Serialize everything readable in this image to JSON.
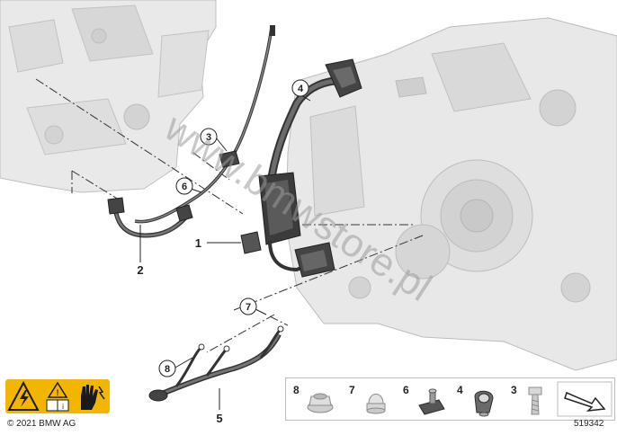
{
  "diagram": {
    "watermark": "www.bmwstore.pl",
    "copyright": "© 2021 BMW AG",
    "diagram_number": "519342",
    "callouts": [
      "1",
      "2",
      "3",
      "4",
      "5",
      "6",
      "7",
      "8"
    ],
    "legend_items": [
      "8",
      "7",
      "6",
      "4",
      "3"
    ],
    "colors": {
      "engine_fill": "#e6e6e6",
      "engine_stroke": "#b9b9b9",
      "cable_color": "#333333",
      "warning_yellow": "#f2b500",
      "legend_border": "#bdbdbd"
    },
    "icons": [
      "high-voltage-warning-icon",
      "read-manual-warning-icon",
      "protective-gloves-icon",
      "arrow-icon"
    ]
  }
}
